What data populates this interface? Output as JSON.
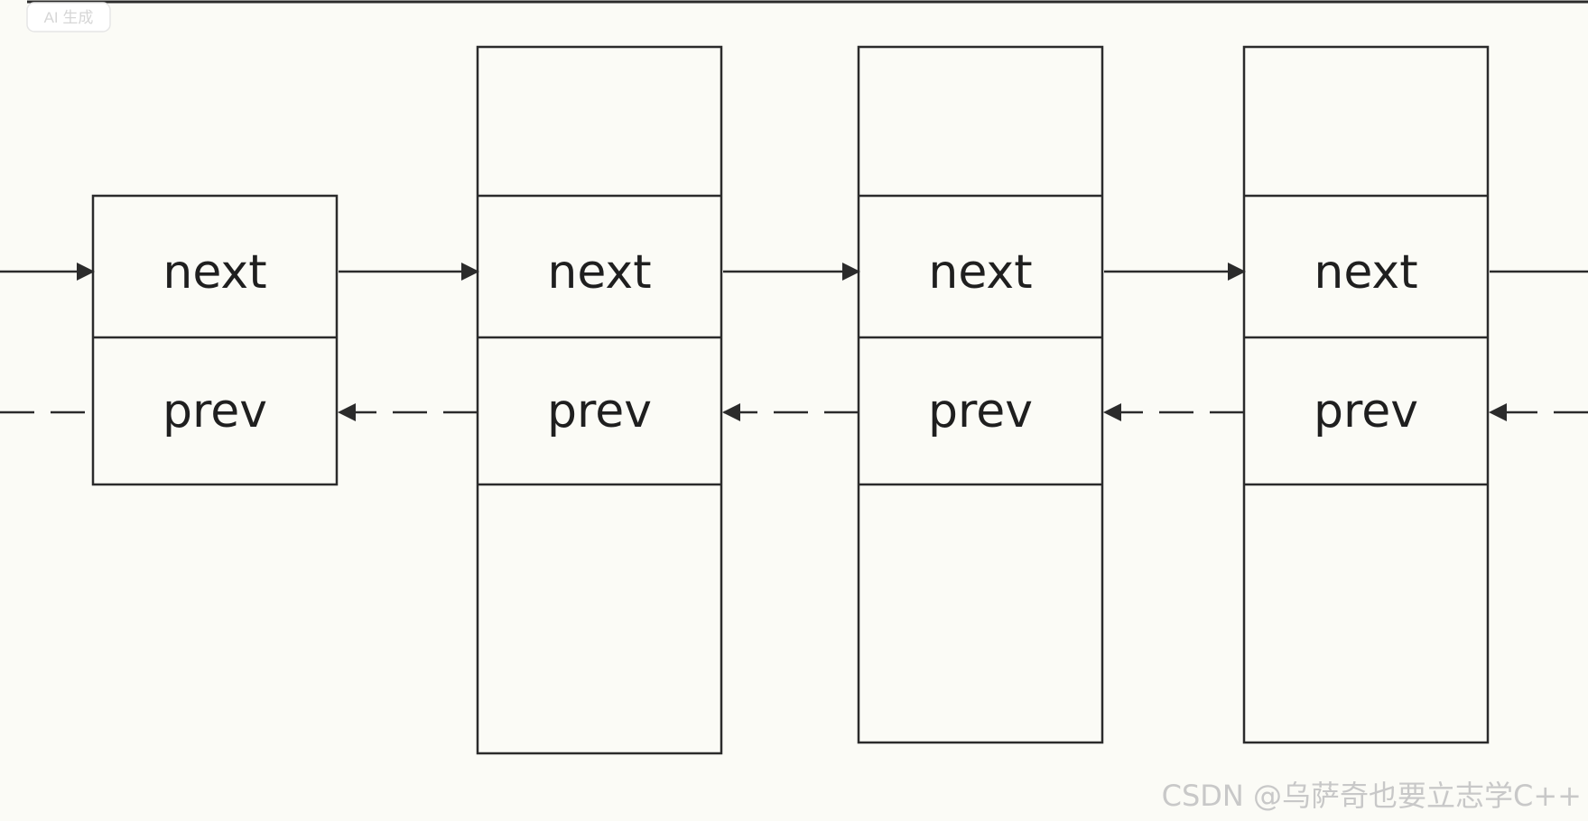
{
  "badge": {
    "label": "AI 生成"
  },
  "nodes": [
    {
      "id": "node-1",
      "fields": [
        "next",
        "prev"
      ]
    },
    {
      "id": "node-2",
      "fields": [
        "next",
        "prev"
      ]
    },
    {
      "id": "node-3",
      "fields": [
        "next",
        "prev"
      ]
    },
    {
      "id": "node-4",
      "fields": [
        "next",
        "prev"
      ]
    }
  ],
  "watermark": {
    "text": "CSDN @乌萨奇也要立志学C++"
  },
  "colors": {
    "background": "#fbfbf6",
    "stroke": "#2b2b2b",
    "text": "#1f1f1f",
    "watermark": "#c8c8c8"
  }
}
